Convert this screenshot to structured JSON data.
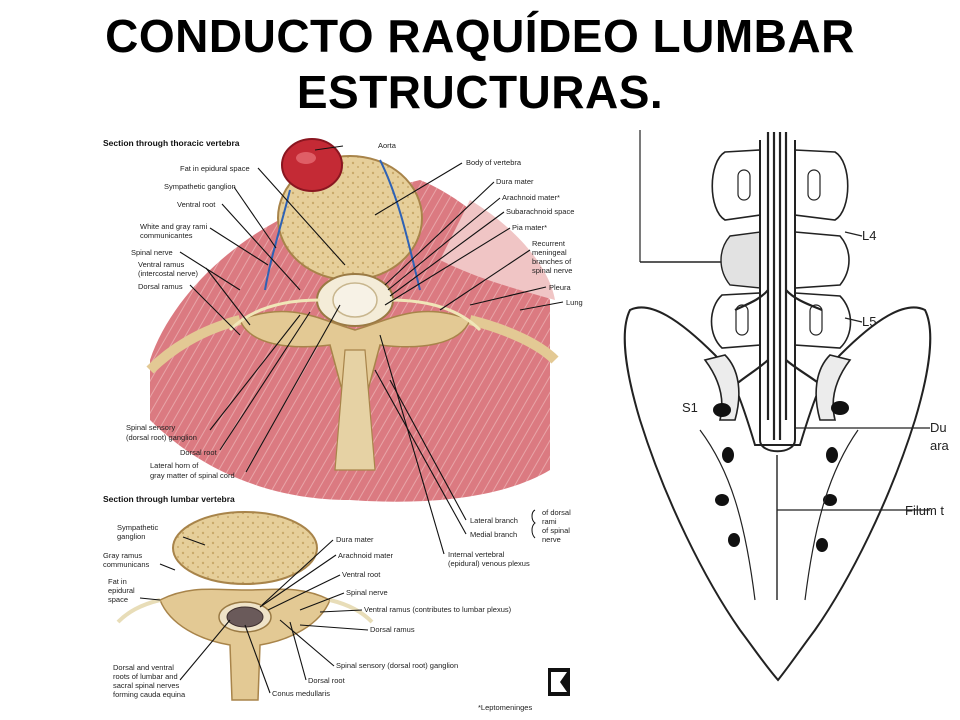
{
  "slide": {
    "title_line1": "CONDUCTO RAQUÍDEO LUMBAR",
    "title_line2": "ESTRUCTURAS."
  },
  "thoracic": {
    "heading": "Section through thoracic vertebra",
    "labels_left": [
      "Fat in epidural space",
      "Sympathetic ganglion",
      "Ventral root",
      "White and gray rami",
      "communicantes",
      "Spinal nerve",
      "Ventral ramus",
      "(intercostal nerve)",
      "Dorsal ramus"
    ],
    "labels_right": [
      "Aorta",
      "Body of vertebra",
      "Dura mater",
      "Arachnoid mater*",
      "Subarachnoid space",
      "Pia mater*",
      "Recurrent",
      "meningeal",
      "branches of",
      "spinal nerve",
      "Pleura",
      "Lung"
    ],
    "labels_bottom": [
      "Spinal sensory",
      "(dorsal root) ganglion",
      "Dorsal root",
      "Lateral horn of",
      "gray matter of spinal cord"
    ]
  },
  "middle": {
    "lateral_branch": "Lateral branch",
    "medial_branch": "Medial branch",
    "of_dorsal": "of dorsal",
    "rami": "rami",
    "of_spinal": "of spinal",
    "nerve": "nerve",
    "internal_vertebral": "Internal vertebral",
    "epidural_plexus": "(epidural) venous plexus"
  },
  "lumbar": {
    "heading": "Section through lumbar vertebra",
    "labels_left": [
      "Sympathetic",
      "ganglion",
      "Gray ramus",
      "communicans",
      "Fat in",
      "epidural",
      "space"
    ],
    "labels_right": [
      "Dura mater",
      "Arachnoid mater",
      "Ventral root",
      "Spinal nerve",
      "Ventral ramus (contributes to lumbar plexus)",
      "Dorsal ramus",
      "Spinal sensory (dorsal root) ganglion",
      "Dorsal root"
    ],
    "labels_bottom": [
      "Dorsal and ventral",
      "roots of lumbar and",
      "sacral spinal nerves",
      "forming cauda equina",
      "Conus medullaris"
    ],
    "footnote": "*Leptomeninges"
  },
  "sacrum": {
    "l4": "L4",
    "l5": "L5",
    "s1": "S1",
    "du": "Du",
    "ara": "ara",
    "filum": "Filum t"
  },
  "colors": {
    "muscle": "#d9737a",
    "bone": "#e8d3a2",
    "aorta": "#c42a35"
  }
}
